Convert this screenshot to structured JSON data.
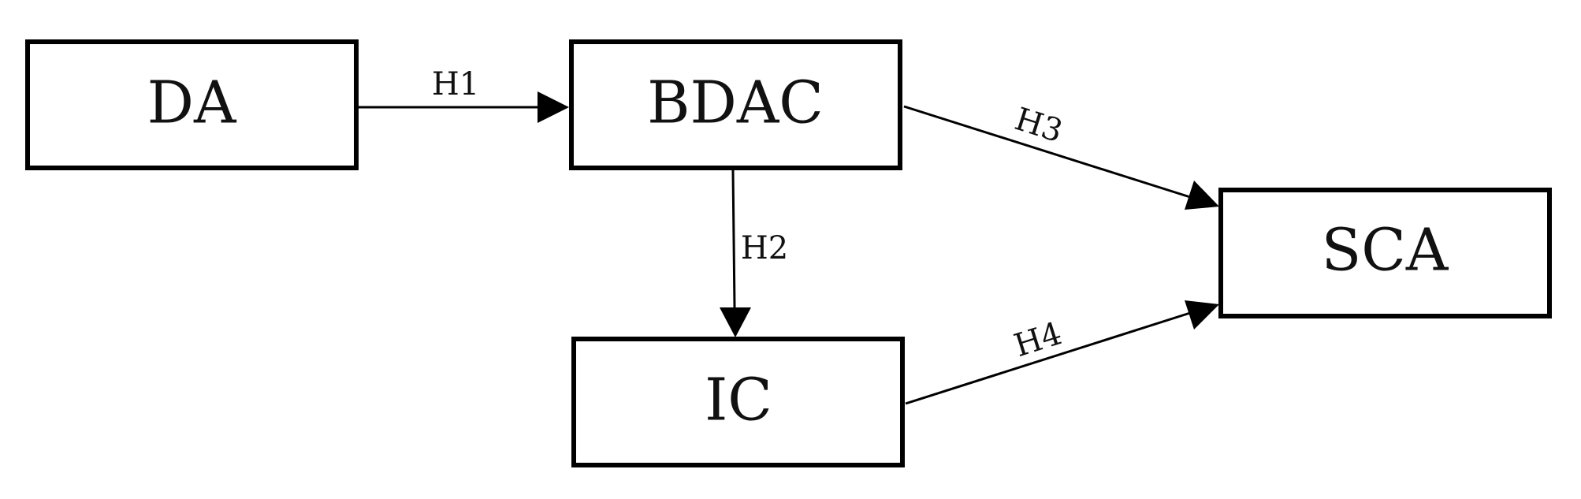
{
  "nodes": {
    "da": {
      "label": "DA"
    },
    "bdac": {
      "label": "BDAC"
    },
    "ic": {
      "label": "IC"
    },
    "sca": {
      "label": "SCA"
    }
  },
  "edges": {
    "h1": {
      "label": "H1",
      "from": "DA",
      "to": "BDAC"
    },
    "h2": {
      "label": "H2",
      "from": "BDAC",
      "to": "IC"
    },
    "h3": {
      "label": "H3",
      "from": "BDAC",
      "to": "SCA"
    },
    "h4": {
      "label": "H4",
      "from": "IC",
      "to": "SCA"
    }
  },
  "colors": {
    "stroke": "#000000",
    "background": "#ffffff"
  }
}
